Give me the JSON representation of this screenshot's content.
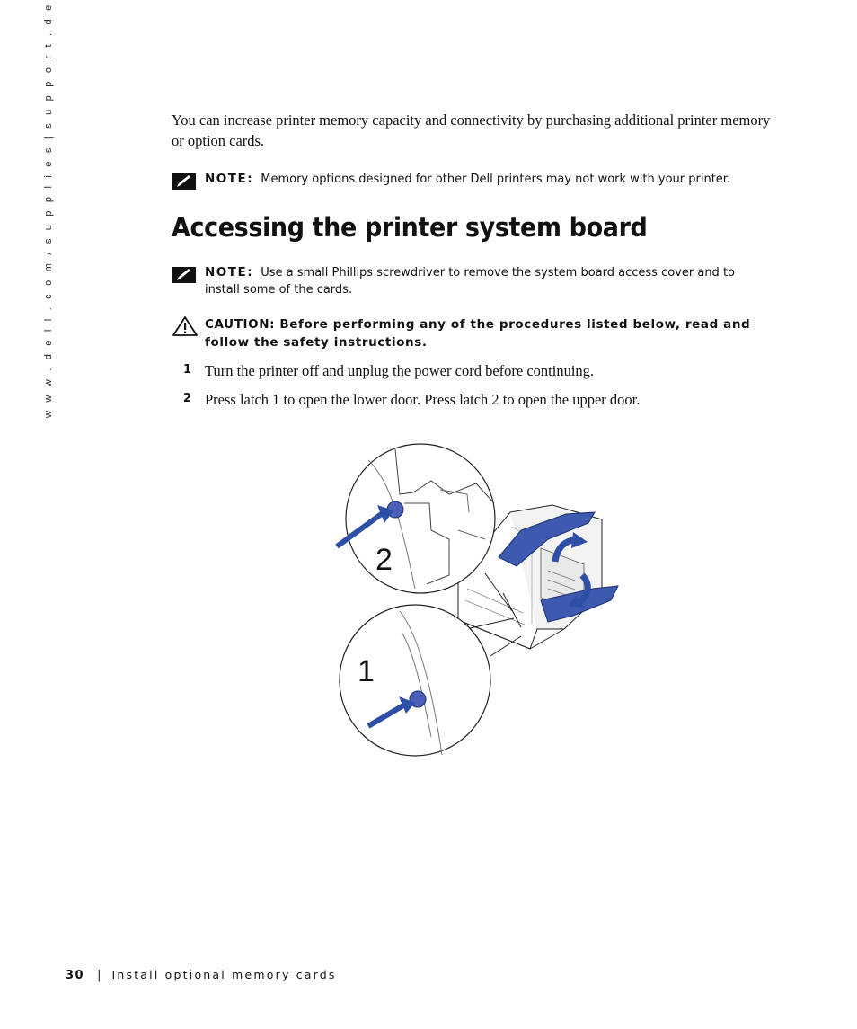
{
  "side_url": "w w w . d e l l . c o m / s u p p l i e s   |   s u p p o r t . d e l l . c o m",
  "intro": "You can increase printer memory capacity and connectivity by purchasing additional printer memory or option cards.",
  "note1": {
    "label": "NOTE:",
    "text": "Memory options designed for other Dell printers may not work with your printer.",
    "icon": "note-pencil-icon"
  },
  "heading": "Accessing the printer system board",
  "note2": {
    "label": "NOTE:",
    "text": "Use a small Phillips screwdriver to remove the system board access cover and to install some of the cards.",
    "icon": "note-pencil-icon"
  },
  "caution": {
    "text": "CAUTION: Before performing any of the procedures listed below, read and follow the safety instructions.",
    "icon": "warning-triangle-icon"
  },
  "steps": [
    {
      "num": "1",
      "text": "Turn the printer off and unplug the power cord before continuing."
    },
    {
      "num": "2",
      "text": "Press latch 1 to open the lower door. Press latch 2 to open the upper door."
    }
  ],
  "figure": {
    "callout_upper": "2",
    "callout_lower": "1",
    "accent_color": "#2e4fa8"
  },
  "footer": {
    "page": "30",
    "separator": "|",
    "title": "Install optional memory cards"
  }
}
